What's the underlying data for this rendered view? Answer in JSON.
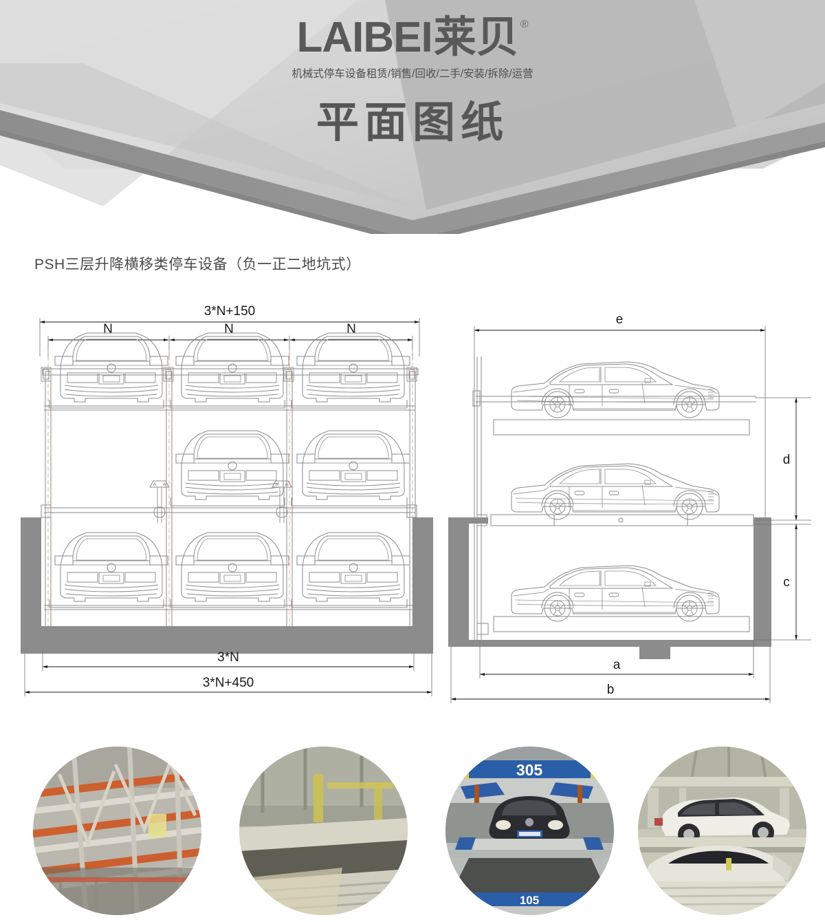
{
  "header": {
    "logo_main": "LAIBEI",
    "logo_cn": "莱贝",
    "registered_mark": "®",
    "tagline": "机械式停车设备租赁/销售/回收/二手/安装/拆除/运营",
    "title": "平面图纸"
  },
  "caption": "PSH三层升降横移类停车设备（负一正二地坑式）",
  "drawings": {
    "front_view": {
      "name": "front-elevation",
      "dimensions": {
        "top_overall": "3*N+150",
        "bay_1": "N",
        "bay_2": "N",
        "bay_3": "N",
        "bottom_inner": "3*N",
        "bottom_overall": "3*N+450"
      },
      "levels": [
        {
          "label": "upper",
          "cars": 3
        },
        {
          "label": "middle",
          "cars": 2
        },
        {
          "label": "pit",
          "cars": 3
        }
      ]
    },
    "side_view": {
      "name": "side-elevation",
      "dimensions": {
        "top_width": "e",
        "height_upper": "d",
        "height_pit": "c",
        "bottom_inner": "a",
        "bottom_overall": "b"
      },
      "levels": [
        {
          "label": "upper",
          "cars": 1
        },
        {
          "label": "middle",
          "cars": 1
        },
        {
          "label": "pit",
          "cars": 1
        }
      ]
    }
  },
  "photos": [
    {
      "name": "steel-structure-frame",
      "alt": "多层钢结构车位框架",
      "sign": ""
    },
    {
      "name": "pit-platform-pallet",
      "alt": "地坑式载车板平台",
      "sign": ""
    },
    {
      "name": "car-on-lift-platform",
      "alt": "车辆停放于升降横移车位",
      "sign_top": "305",
      "sign_bottom": "105"
    },
    {
      "name": "parked-cars-two-levels",
      "alt": "双层停放轿车",
      "sign": ""
    }
  ],
  "colors": {
    "logo_gray": "#595959",
    "line_gray": "#6f6f6f",
    "concrete_gray": "#8c8c8c",
    "dim_black": "#1a1a1a",
    "banner_light": "#d9d9d9",
    "banner_mid": "#bfbfbf",
    "banner_dark": "#9a9a9a"
  }
}
